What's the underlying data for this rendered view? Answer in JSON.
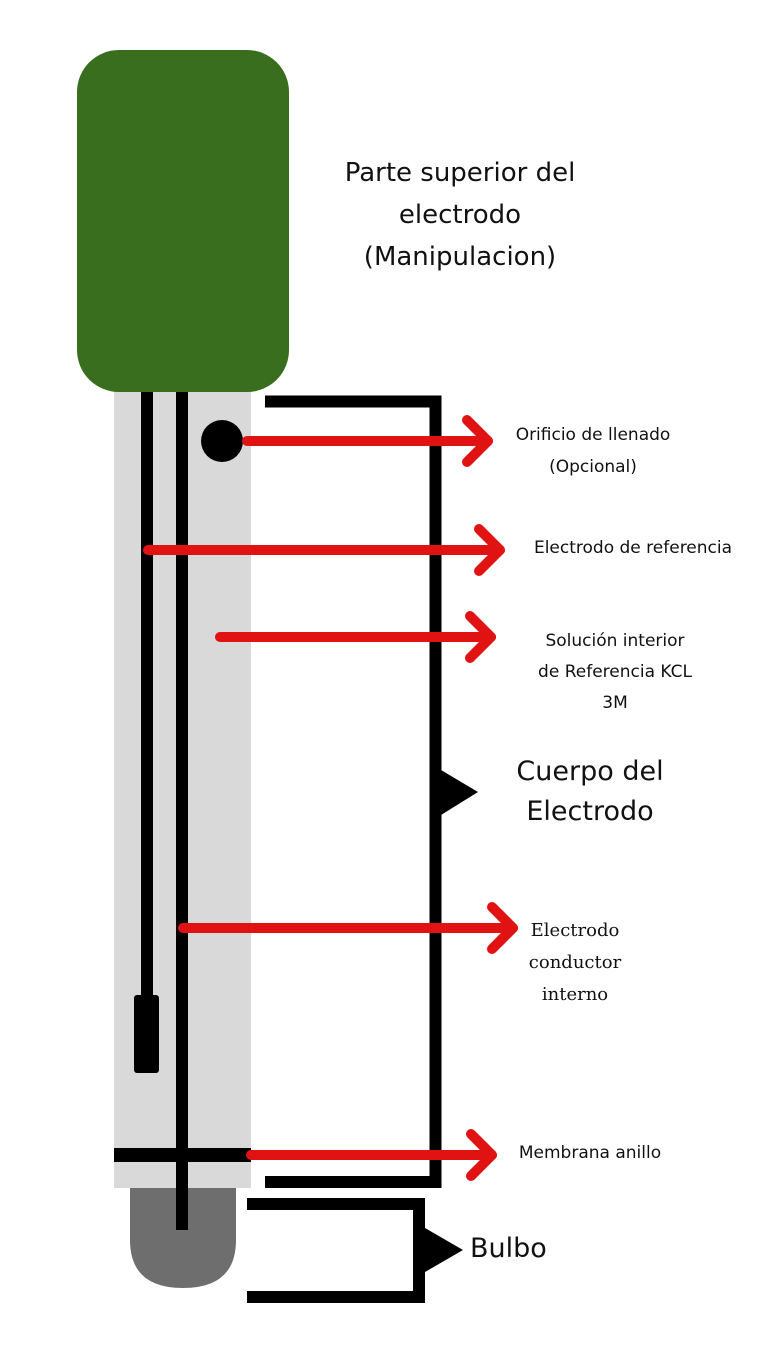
{
  "colors": {
    "handle": "#3a6e1f",
    "body": "#d9d9d9",
    "bulb": "#6e6e6e",
    "arrow": "#e01212",
    "line": "#000000"
  },
  "labels": {
    "top_line1": "Parte superior del",
    "top_line2": "electrodo",
    "top_line3": "(Manipulacion)",
    "fill_line1": "Orificio de llenado",
    "fill_line2": "(Opcional)",
    "reference": "Electrodo de referencia",
    "solution_line1": "Solución interior",
    "solution_line2": "de Referencia KCL",
    "solution_line3": "3M",
    "body_line1": "Cuerpo del",
    "body_line2": "Electrodo",
    "conductor_line1": "Electrodo",
    "conductor_line2": "conductor",
    "conductor_line3": "interno",
    "membrane": "Membrana anillo",
    "bulb": "Bulbo"
  }
}
